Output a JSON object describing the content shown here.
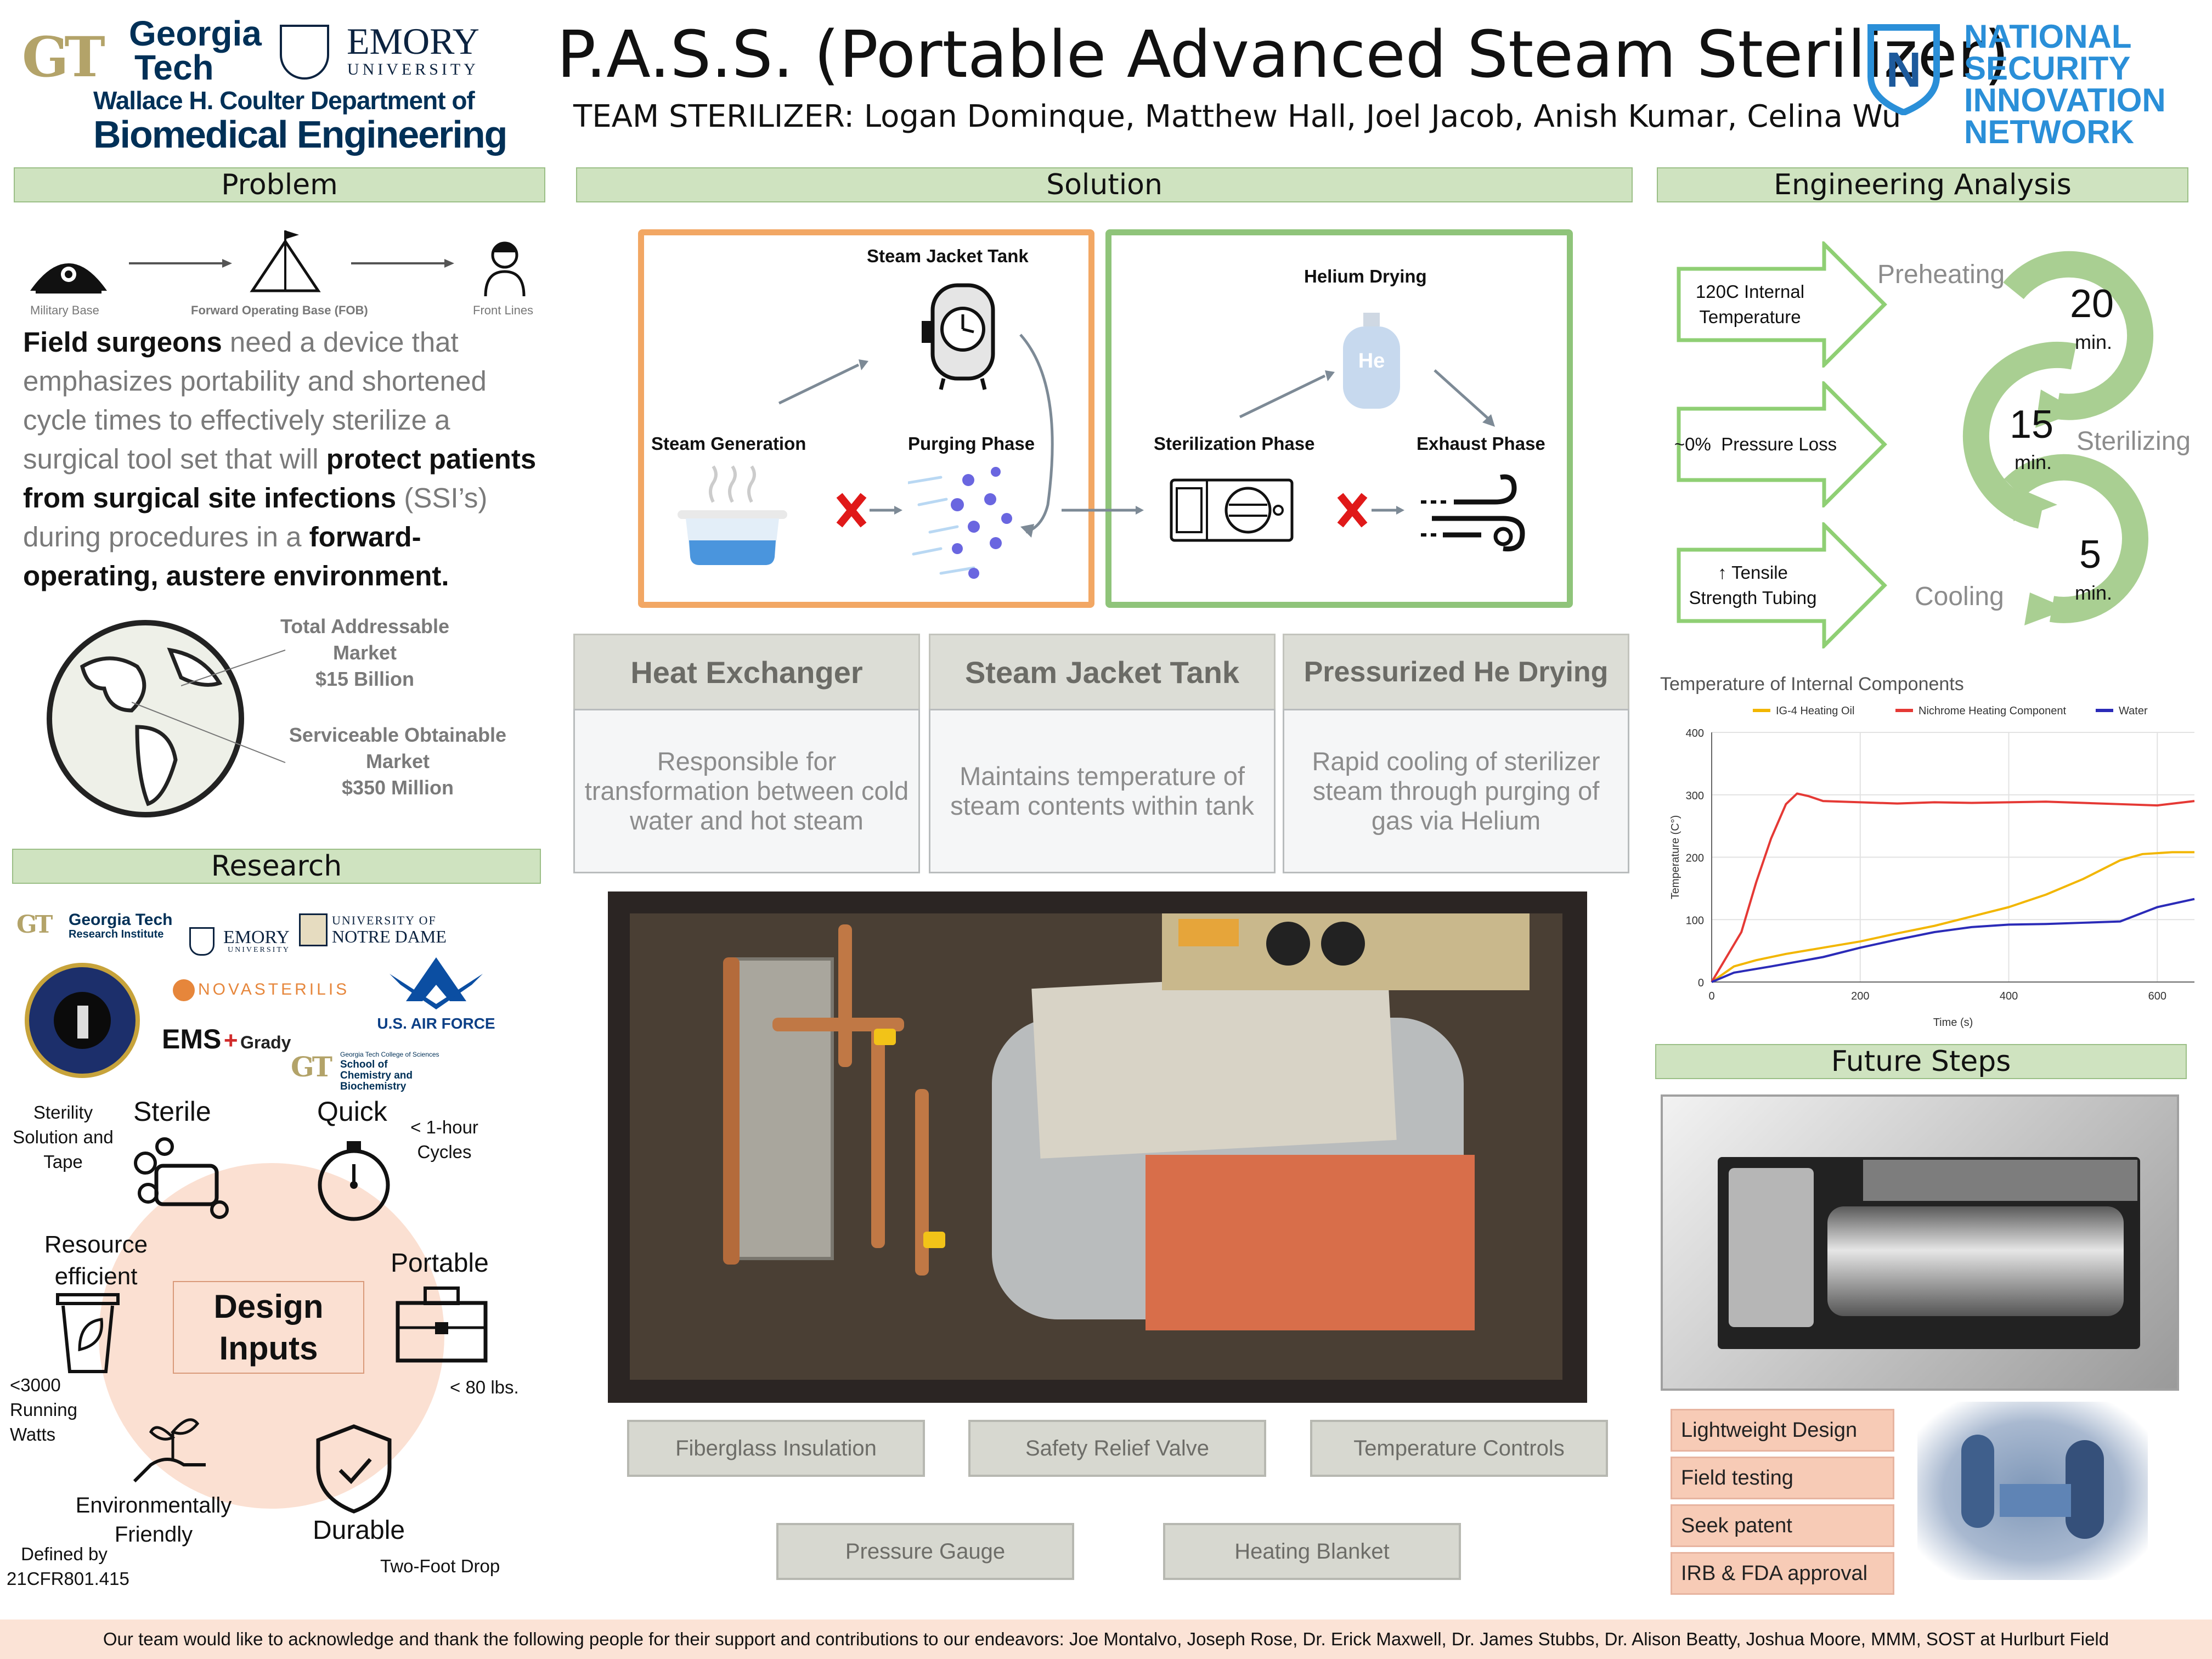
{
  "header": {
    "title": "P.A.S.S. (Portable Advanced Steam Sterilizer)",
    "subtitle": "TEAM STERILIZER: Logan Dominque, Matthew Hall, Joel Jacob, Anish Kumar, Celina Wu",
    "logo_gt_line1": "Georgia",
    "logo_gt_line2": "Tech",
    "logo_emory": "EMORY",
    "logo_emory_sub": "UNIVERSITY",
    "dept_line1": "Wallace H. Coulter Department of",
    "dept_line2": "Biomedical Engineering",
    "nsin_line1": "NATIONAL",
    "nsin_line2": "SECURITY",
    "nsin_line3": "INNOVATION",
    "nsin_line4": "NETWORK"
  },
  "problem": {
    "heading": "Problem",
    "chain": [
      "Military Base",
      "Forward Operating Base (FOB)",
      "Front Lines"
    ],
    "text_a": "Field surgeons",
    "text_b": " need a device that emphasizes portability and shortened cycle times to effectively sterilize a surgical tool set that will ",
    "text_c": "protect patients from surgical site infections",
    "text_d": " (SSI’s) during procedures in a ",
    "text_e": "forward-operating, austere environment.",
    "tam_label": "Total Addressable Market",
    "tam_value": "$15 Billion",
    "som_label": "Serviceable Obtainable Market",
    "som_value": "$350 Million"
  },
  "research": {
    "heading": "Research",
    "logos": [
      "Georgia Tech",
      "Research Institute",
      "EMORY",
      "UNIVERSITY",
      "UNIVERSITY OF",
      "NOTRE DAME",
      "NOVASTERILIS",
      "U.S. AIR FORCE",
      "EMS",
      "Grady",
      "Georgia Tech College of Sciences",
      "School of Chemistry and Biochemistry"
    ],
    "design_inputs": "Design Inputs",
    "design_inputs_l1": "Design",
    "design_inputs_l2": "Inputs",
    "sterile": "Sterile",
    "sterile_note": "Sterility Solution and Tape",
    "quick": "Quick",
    "quick_note": "< 1-hour Cycles",
    "resource": "Resource efficient",
    "resource_note": "<3000 Running Watts",
    "portable": "Portable",
    "portable_note": "< 80 lbs.",
    "env": "Environmentally Friendly",
    "env_note": "Defined by 21CFR801.415",
    "durable": "Durable",
    "durable_note": "Two-Foot Drop"
  },
  "solution": {
    "heading": "Solution",
    "steam_jacket_tank": "Steam Jacket Tank",
    "steam_generation": "Steam Generation",
    "purging_phase": "Purging Phase",
    "helium_drying": "Helium Drying",
    "he": "He",
    "sterilization_phase": "Sterilization Phase",
    "exhaust_phase": "Exhaust Phase",
    "cards": [
      {
        "title": "Heat Exchanger",
        "body": "Responsible for transformation between cold water and hot steam"
      },
      {
        "title": "Steam Jacket Tank",
        "body": "Maintains temperature of steam contents within tank"
      },
      {
        "title": "Pressurized He Drying",
        "body": "Rapid cooling of sterilizer steam through purging of gas via Helium"
      }
    ],
    "labels": [
      "Fiberglass Insulation",
      "Safety Relief Valve",
      "Temperature Controls",
      "Pressure Gauge",
      "Heating Blanket"
    ]
  },
  "engineering": {
    "heading": "Engineering Analysis",
    "arrows": [
      "120C Internal Temperature",
      "~0%  Pressure Loss",
      "↑ Tensile Strength Tubing"
    ],
    "phases": [
      {
        "name": "Preheating",
        "value": "20",
        "unit": "min."
      },
      {
        "name": "Sterilizing",
        "value": "15",
        "unit": "min."
      },
      {
        "name": "Cooling",
        "value": "5",
        "unit": "min."
      }
    ]
  },
  "chart_data": {
    "type": "line",
    "title": "Temperature of Internal Components",
    "xlabel": "Time (s)",
    "ylabel": "Temperature (C°)",
    "xlim": [
      0,
      650
    ],
    "ylim": [
      0,
      400
    ],
    "xticks": [
      0,
      200,
      400,
      600
    ],
    "yticks": [
      0,
      100,
      200,
      300,
      400
    ],
    "legend": "top",
    "grid": true,
    "series": [
      {
        "name": "IG-4 Heating Oil",
        "color": "#f2b600",
        "x": [
          0,
          30,
          60,
          100,
          150,
          200,
          250,
          300,
          350,
          400,
          450,
          500,
          550,
          580,
          620,
          650
        ],
        "y": [
          0,
          25,
          35,
          45,
          55,
          65,
          78,
          90,
          105,
          120,
          140,
          165,
          195,
          205,
          208,
          208
        ]
      },
      {
        "name": "Nichrome Heating Component",
        "color": "#e53935",
        "x": [
          0,
          20,
          40,
          60,
          80,
          100,
          115,
          130,
          150,
          200,
          250,
          300,
          350,
          400,
          450,
          500,
          550,
          600,
          650
        ],
        "y": [
          0,
          40,
          80,
          160,
          230,
          285,
          302,
          298,
          290,
          288,
          286,
          288,
          287,
          288,
          289,
          287,
          285,
          283,
          290
        ]
      },
      {
        "name": "Water",
        "color": "#2b2bb8",
        "x": [
          0,
          30,
          80,
          150,
          200,
          250,
          300,
          350,
          400,
          450,
          500,
          550,
          600,
          650
        ],
        "y": [
          0,
          15,
          25,
          40,
          55,
          68,
          80,
          88,
          92,
          93,
          95,
          97,
          120,
          133
        ]
      }
    ]
  },
  "future": {
    "heading": "Future Steps",
    "items": [
      "Lightweight Design",
      "Field testing",
      "Seek patent",
      "IRB & FDA approval"
    ]
  },
  "footer": {
    "text": "Our team would like to acknowledge and thank the following people for their support and contributions to our endeavors: Joe Montalvo, Joseph Rose, Dr. Erick Maxwell, Dr. James Stubbs, Dr. Alison Beatty, Joshua Moore, MMM, SOST at Hurlburt Field"
  },
  "colors": {
    "band": "#cfe3c0",
    "orange_box": "#f2a764",
    "green_box": "#8fc47a",
    "ring": "#a9cf92",
    "circle_fill": "#fbe0d2",
    "chevron": "#8fcf74"
  }
}
